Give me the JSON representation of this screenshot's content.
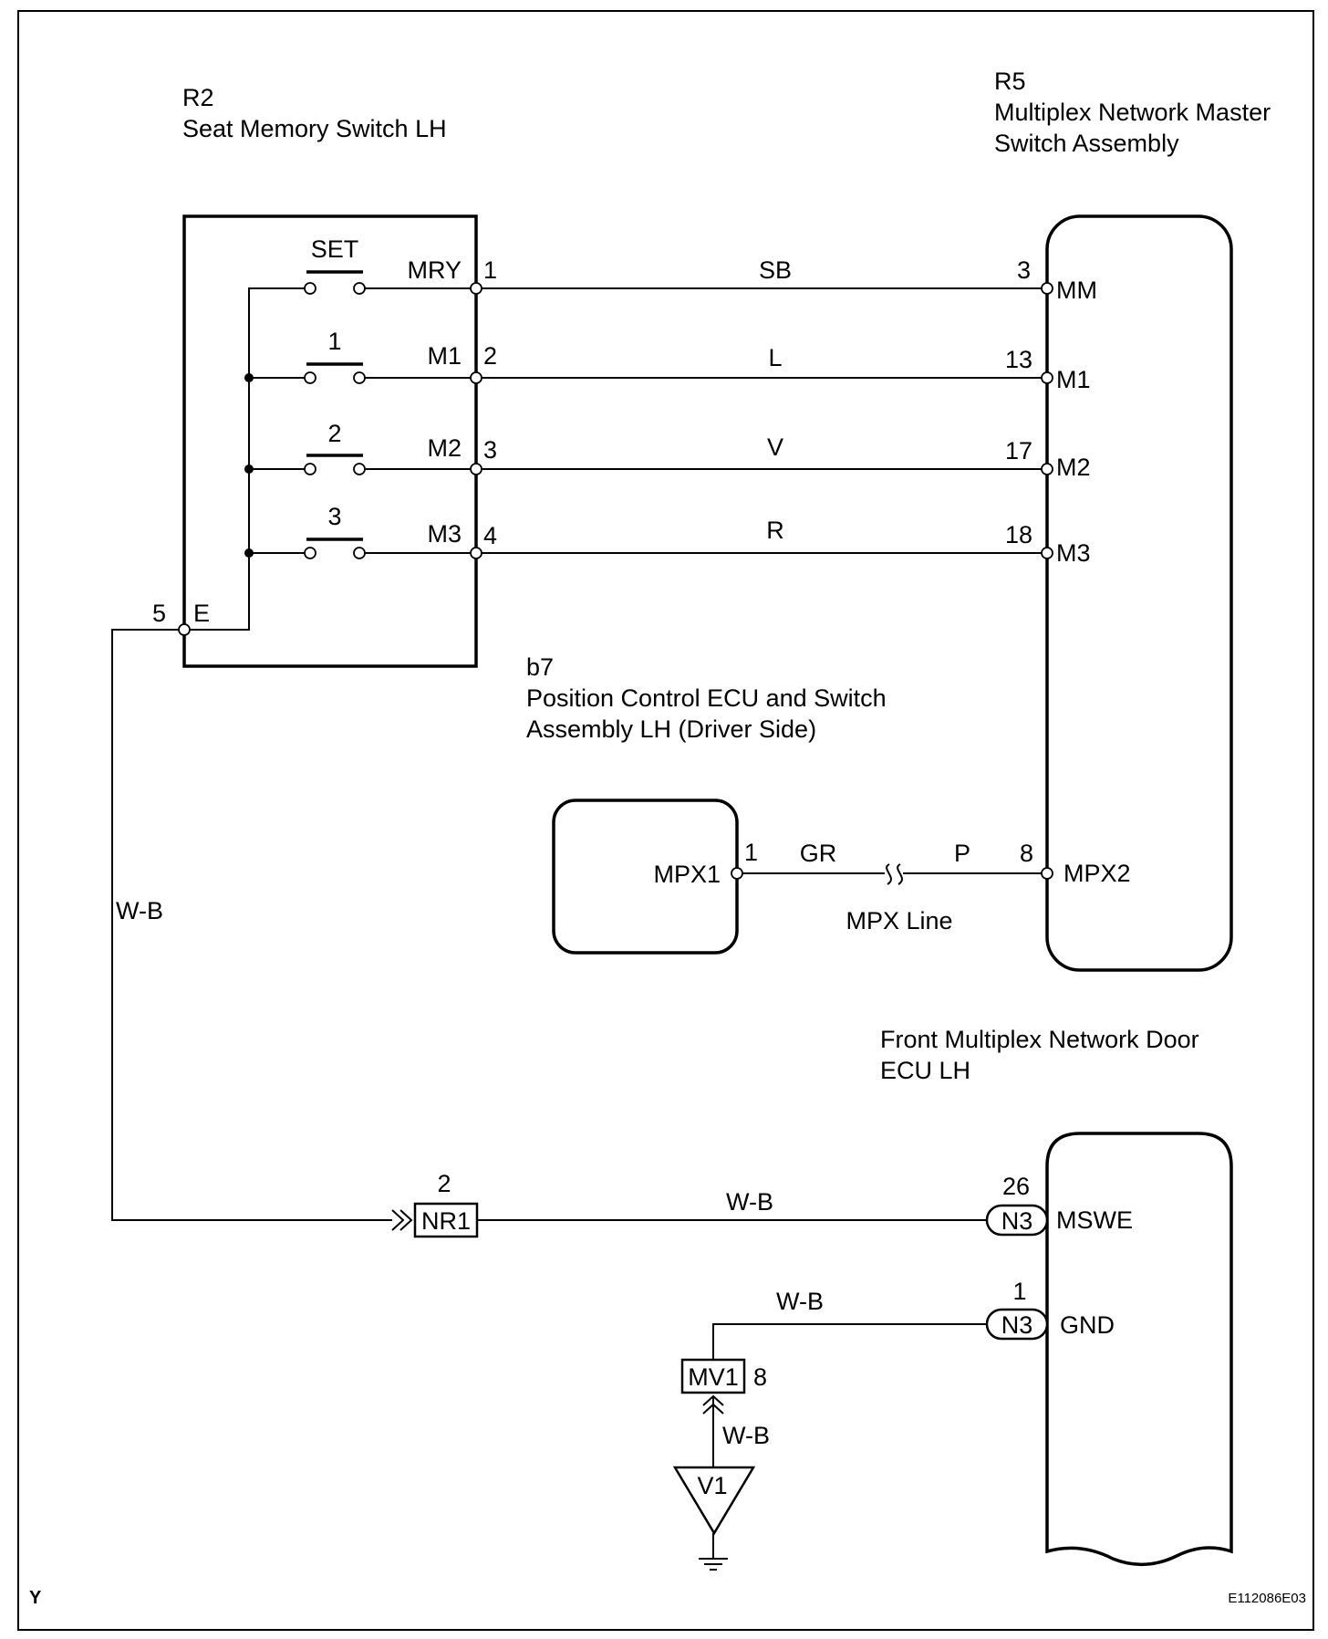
{
  "components": {
    "r2": {
      "code": "R2",
      "name": "Seat Memory Switch LH"
    },
    "r5": {
      "code": "R5",
      "name_line1": "Multiplex Network Master",
      "name_line2": "Switch Assembly"
    },
    "b7": {
      "code": "b7",
      "name_line1": "Position Control ECU and Switch",
      "name_line2": "Assembly LH (Driver Side)"
    },
    "door_ecu": {
      "name_line1": "Front Multiplex Network Door",
      "name_line2": "ECU LH"
    }
  },
  "switches": [
    "SET",
    "1",
    "2",
    "3"
  ],
  "r2_pins": [
    {
      "name": "MRY",
      "number": "1"
    },
    {
      "name": "M1",
      "number": "2"
    },
    {
      "name": "M2",
      "number": "3"
    },
    {
      "name": "M3",
      "number": "4"
    }
  ],
  "r2_ground_pin": {
    "name": "E",
    "number": "5"
  },
  "wire_colors": [
    "SB",
    "L",
    "V",
    "R"
  ],
  "r5_pins": [
    {
      "name": "MM",
      "number": "3"
    },
    {
      "name": "M1",
      "number": "13"
    },
    {
      "name": "M2",
      "number": "17"
    },
    {
      "name": "M3",
      "number": "18"
    }
  ],
  "mpx": {
    "b7_pin_name": "MPX1",
    "b7_pin_number": "1",
    "r5_pin_name": "MPX2",
    "r5_pin_number": "8",
    "wire_left": "GR",
    "wire_right": "P",
    "line_label": "MPX Line"
  },
  "ground_wire": {
    "vertical_color": "W-B",
    "connector": "NR1",
    "connector_pin": "2",
    "horizontal_color": "W-B",
    "ecu_connector": "N3",
    "ecu_pin_number": "26",
    "ecu_pin_name": "MSWE"
  },
  "gnd_wire": {
    "ecu_connector": "N3",
    "ecu_pin_number": "1",
    "ecu_pin_name": "GND",
    "color_top": "W-B",
    "connector": "MV1",
    "connector_pin": "8",
    "color_bottom": "W-B",
    "ground_point": "V1"
  },
  "footer": {
    "corner_left": "Y",
    "figure_code": "E112086E03"
  }
}
